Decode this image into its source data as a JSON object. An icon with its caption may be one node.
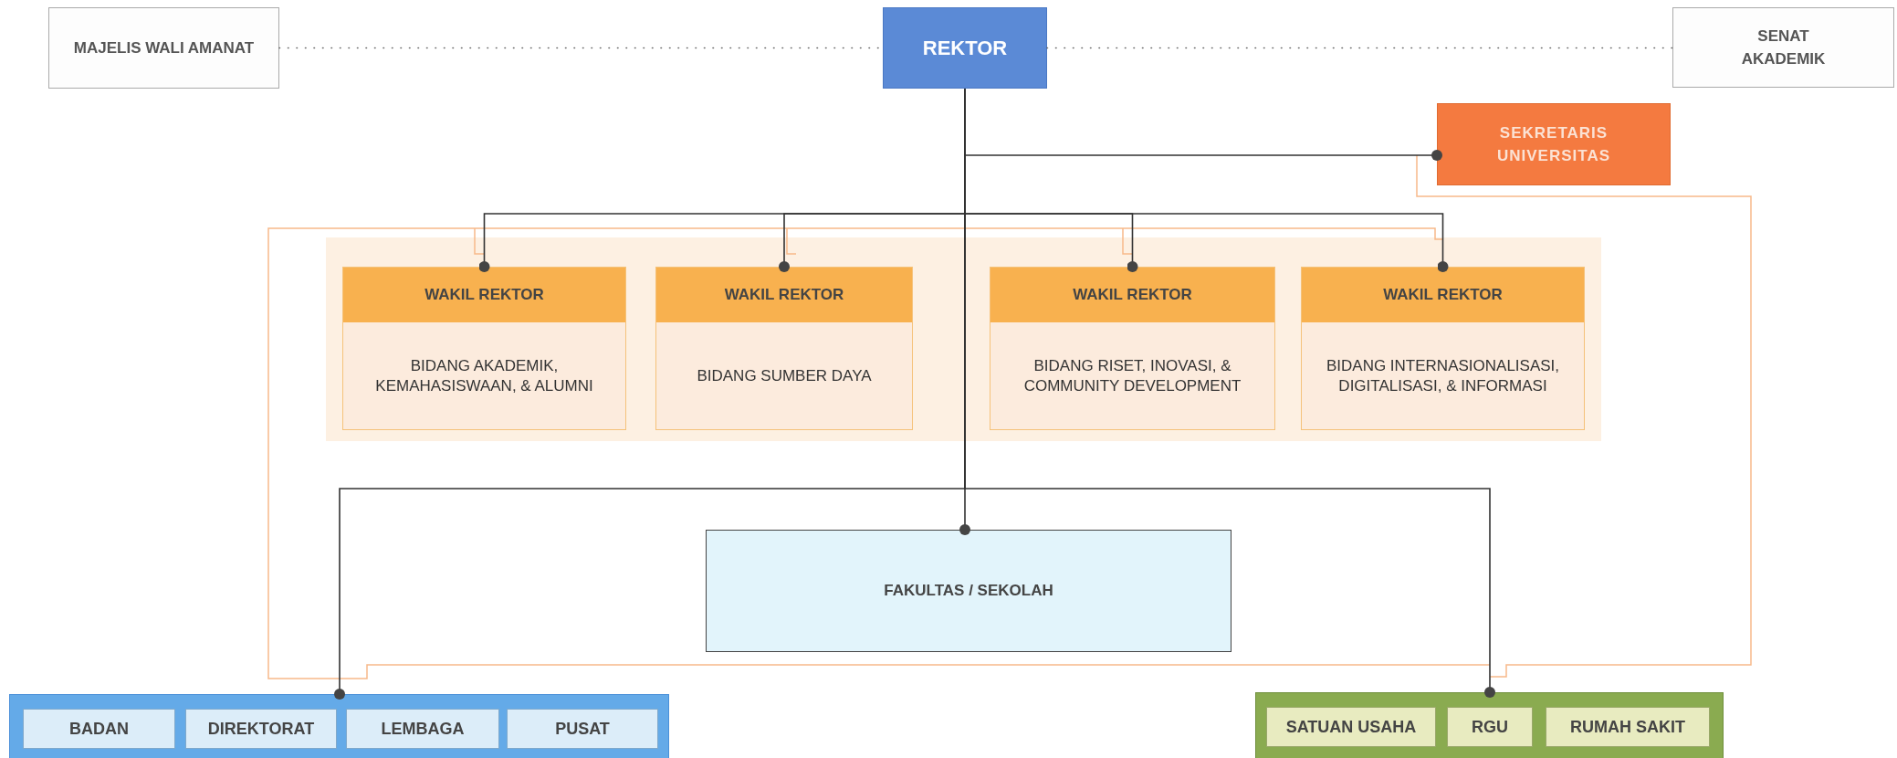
{
  "diagram": {
    "nodes": [
      {
        "text": [
          "MAJELIS WALI AMANAT"
        ]
      },
      {
        "text": [
          "REKTOR"
        ]
      },
      {
        "text": [
          "SENAT AKADEMIK"
        ]
      },
      {
        "text": [
          "SEKRETARIS UNIVERSITAS"
        ]
      },
      {
        "text": [],
        "shape": "box"
      },
      {
        "text": [
          "WAKIL REKTOR",
          "BIDANG AKADEMIK, KEMAHASISWAAN, & ALUMNI"
        ],
        "in": 4
      },
      {
        "text": [
          "WAKIL REKTOR",
          "BIDANG SUMBER DAYA"
        ],
        "in": 4
      },
      {
        "text": [
          "WAKIL REKTOR",
          "BIDANG RISET, INOVASI, & COMMUNITY DEVELOPMENT"
        ],
        "in": 4
      },
      {
        "text": [
          "WAKIL REKTOR",
          "BIDANG INTERNASIONALISASI, DIGITALISASI, & INFORMASI"
        ],
        "in": 4
      },
      {
        "text": [
          "FAKULTAS / SEKOLAH"
        ]
      },
      {
        "text": [],
        "shape": "box"
      },
      {
        "text": [
          "BADAN"
        ],
        "in": 10
      },
      {
        "text": [
          "DIREKTORAT"
        ],
        "in": 10
      },
      {
        "text": [
          "LEMBAGA"
        ],
        "in": 10
      },
      {
        "text": [
          "PUSAT"
        ],
        "in": 10
      },
      {
        "text": [],
        "shape": "box"
      },
      {
        "text": [
          "SATUAN USAHA"
        ],
        "in": 15
      },
      {
        "text": [
          "RGU"
        ],
        "in": 15
      },
      {
        "text": [
          "RUMAH SAKIT"
        ],
        "in": 15
      }
    ],
    "edges": [
      {
        "from": 0,
        "to": 1,
        "arrow": "none",
        "style": "dashed"
      },
      {
        "from": 1,
        "to": 2,
        "arrow": "none",
        "style": "dashed"
      },
      {
        "from": 1,
        "to": 3,
        "arrow": "other"
      },
      {
        "from": 1,
        "to": 5,
        "arrow": "other"
      },
      {
        "from": 1,
        "to": 6,
        "arrow": "other"
      },
      {
        "from": 1,
        "to": 7,
        "arrow": "other"
      },
      {
        "from": 1,
        "to": 8,
        "arrow": "other"
      },
      {
        "from": 1,
        "to": 9,
        "arrow": "other"
      },
      {
        "from": 1,
        "to": 10,
        "arrow": "other"
      },
      {
        "from": 1,
        "to": 15,
        "arrow": "other"
      }
    ]
  }
}
